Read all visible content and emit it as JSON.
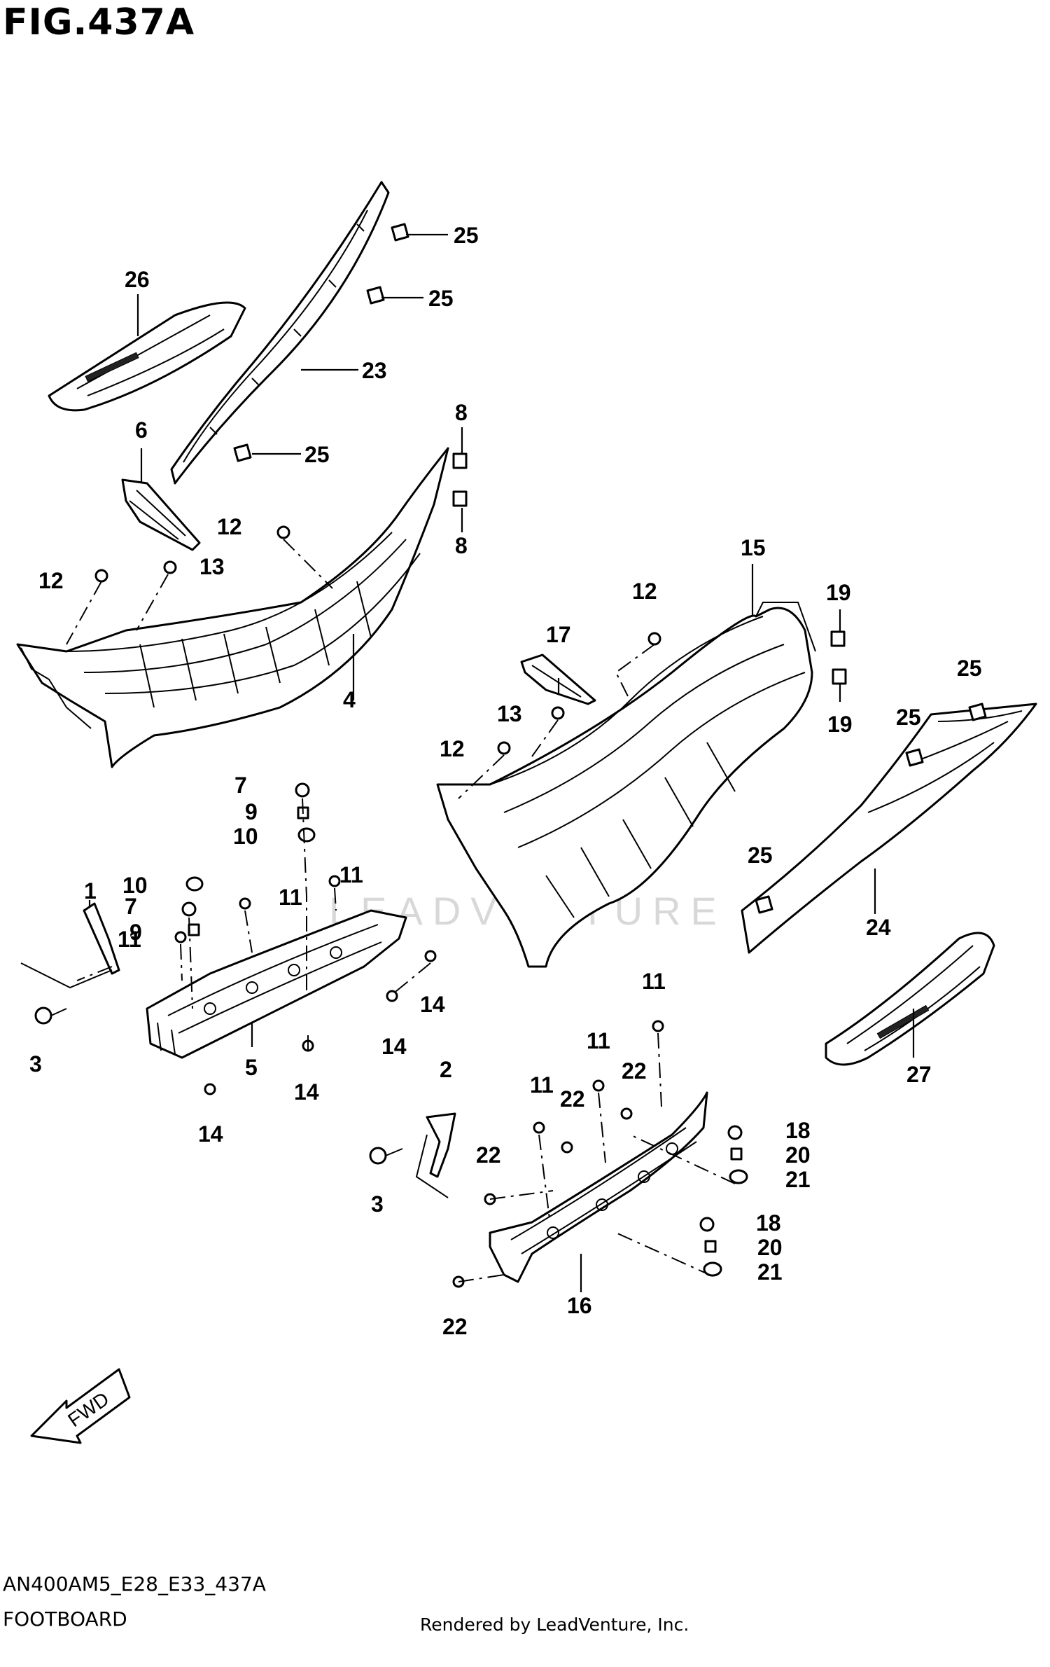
{
  "figure": {
    "title": "FIG.437A",
    "model_code": "AN400AM5_E28_E33_437A",
    "section_name": "FOOTBOARD",
    "credit": "Rendered by LeadVenture, Inc.",
    "watermark": "LEADVENTURE",
    "direction_label": "FWD"
  },
  "callouts": {
    "c1": "1",
    "c2": "2",
    "c3a": "3",
    "c3b": "3",
    "c4": "4",
    "c5": "5",
    "c6": "6",
    "c7a": "7",
    "c7b": "7",
    "c8a": "8",
    "c8b": "8",
    "c9a": "9",
    "c9b": "9",
    "c10a": "10",
    "c10b": "10",
    "c11a": "11",
    "c11b": "11",
    "c11c": "11",
    "c11d": "11",
    "c11e": "11",
    "c11f": "11",
    "c12a": "12",
    "c12b": "12",
    "c12c": "12",
    "c12d": "12",
    "c13a": "13",
    "c13b": "13",
    "c14a": "14",
    "c14b": "14",
    "c14c": "14",
    "c14d": "14",
    "c15": "15",
    "c16": "16",
    "c17": "17",
    "c18a": "18",
    "c18b": "18",
    "c19a": "19",
    "c19b": "19",
    "c20a": "20",
    "c20b": "20",
    "c21a": "21",
    "c21b": "21",
    "c22a": "22",
    "c22b": "22",
    "c22c": "22",
    "c22d": "22",
    "c23": "23",
    "c24": "24",
    "c25a": "25",
    "c25b": "25",
    "c25c": "25",
    "c25d": "25",
    "c25e": "25",
    "c25f": "25",
    "c26": "26",
    "c27": "27"
  }
}
